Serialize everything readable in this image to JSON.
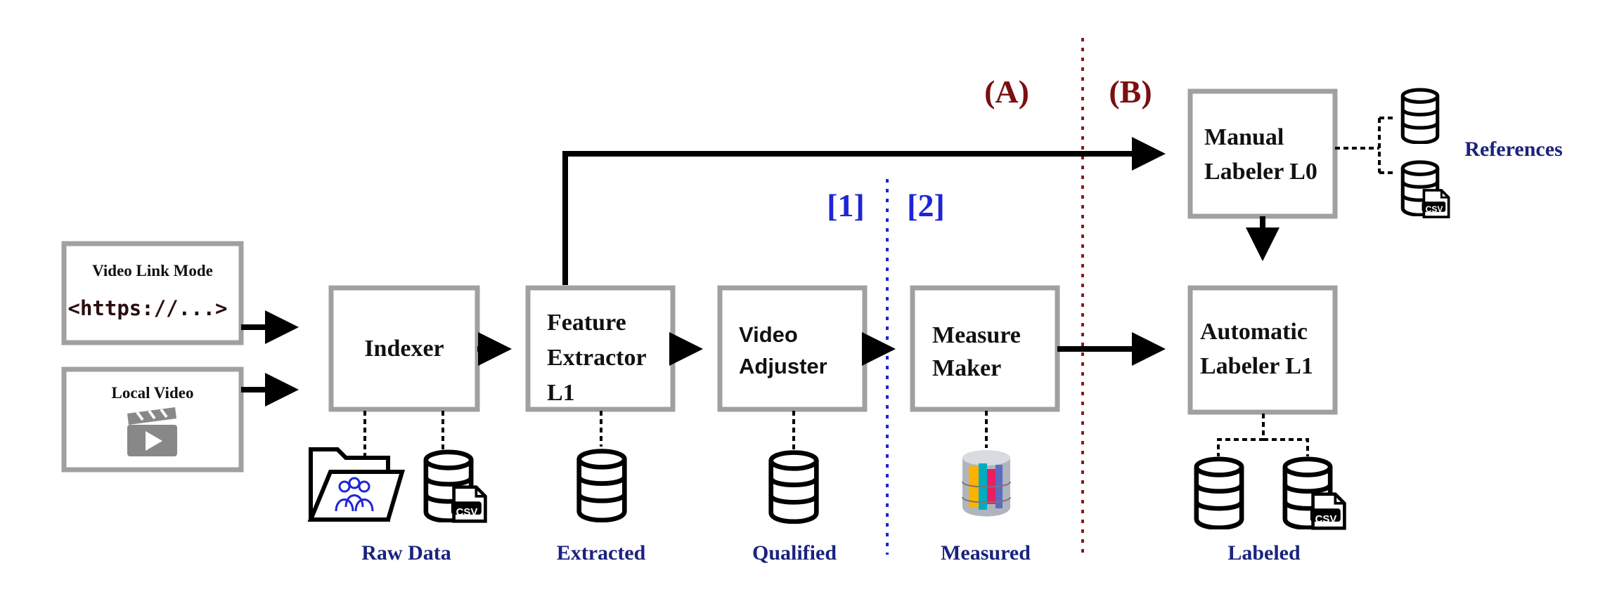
{
  "inputs": {
    "video_link": {
      "title": "Video Link Mode",
      "url": "<https://...>"
    },
    "local_video": {
      "title": "Local Video"
    }
  },
  "nodes": {
    "indexer": [
      "Indexer"
    ],
    "feature_extractor": [
      "Feature",
      "Extractor",
      "L1"
    ],
    "video_adjuster": [
      "Video",
      "Adjuster"
    ],
    "measure_maker": [
      "Measure",
      "Maker"
    ],
    "manual_labeler": [
      "Manual",
      "Labeler L0"
    ],
    "automatic_labeler": [
      "Automatic",
      "Labeler L1"
    ]
  },
  "captions": {
    "raw_data": "Raw Data",
    "extracted": "Extracted",
    "qualified": "Qualified",
    "measured": "Measured",
    "labeled": "Labeled",
    "references": "References"
  },
  "sections": {
    "a": "(A)",
    "b": "(B)",
    "one": "[1]",
    "two": "[2]"
  },
  "icons": {
    "csv_label": "CSV"
  },
  "colors": {
    "box_border": "#a0a0a0",
    "caption": "#1a237e",
    "section_red": "#7b1010",
    "section_blue": "#1f25d6",
    "divider_red": "#8b1a1a",
    "divider_blue": "#1f25d6"
  }
}
